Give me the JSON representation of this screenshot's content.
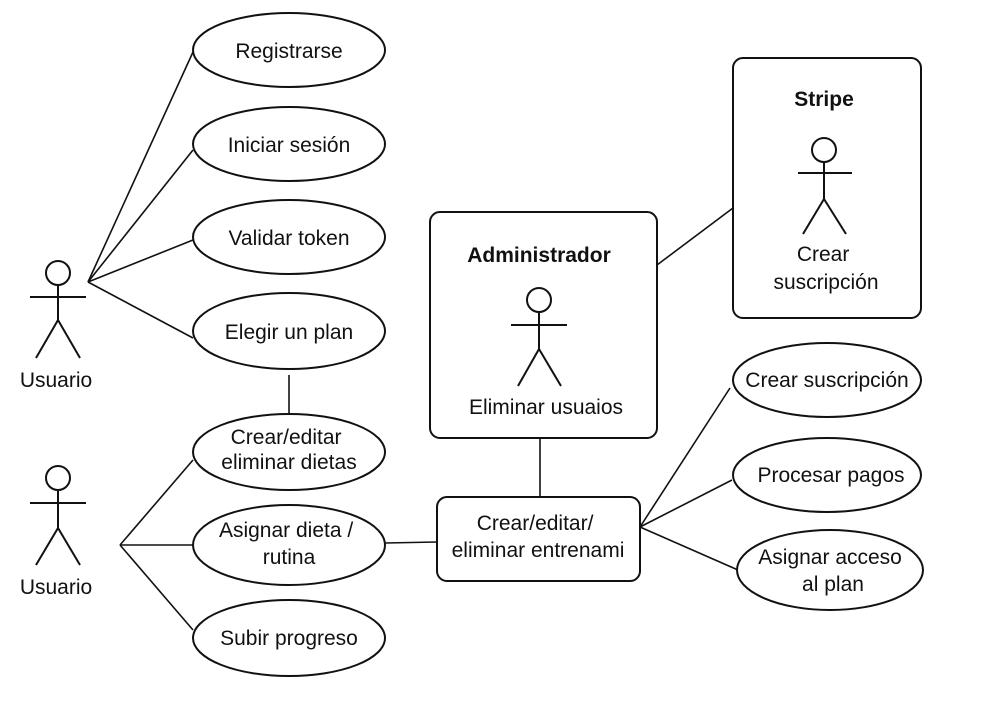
{
  "colors": {
    "line": "#111111",
    "background": "#ffffff",
    "text": "#111111"
  },
  "actors": {
    "usuario_top": {
      "label": "Usuario"
    },
    "usuario_bottom": {
      "label": "Usuario"
    }
  },
  "use_cases": {
    "registrarse": [
      "Registrarse"
    ],
    "iniciar_sesion": [
      "Iniciar sesión"
    ],
    "validar_token": [
      "Validar token"
    ],
    "elegir_plan": [
      "Elegir un plan"
    ],
    "crear_editar_dietas": [
      "Crear/editar",
      "eliminar dietas"
    ],
    "asignar_dieta_rutina": [
      "Asignar dieta /",
      "rutina"
    ],
    "subir_progreso": [
      "Subir progreso"
    ],
    "crear_suscripcion": [
      "Crear suscripción"
    ],
    "procesar_pagos": [
      "Procesar pagos"
    ],
    "asignar_acceso": [
      "Asignar acceso",
      "al plan"
    ]
  },
  "boxes": {
    "administrador": {
      "title": "Administrador",
      "caption": [
        "Eliminar usuaios"
      ]
    },
    "stripe": {
      "title": "Stripe",
      "caption": [
        "Crear",
        "suscripción"
      ]
    },
    "entrenamiento": {
      "lines": [
        "Crear/editar/",
        "eliminar entrenami"
      ]
    }
  }
}
